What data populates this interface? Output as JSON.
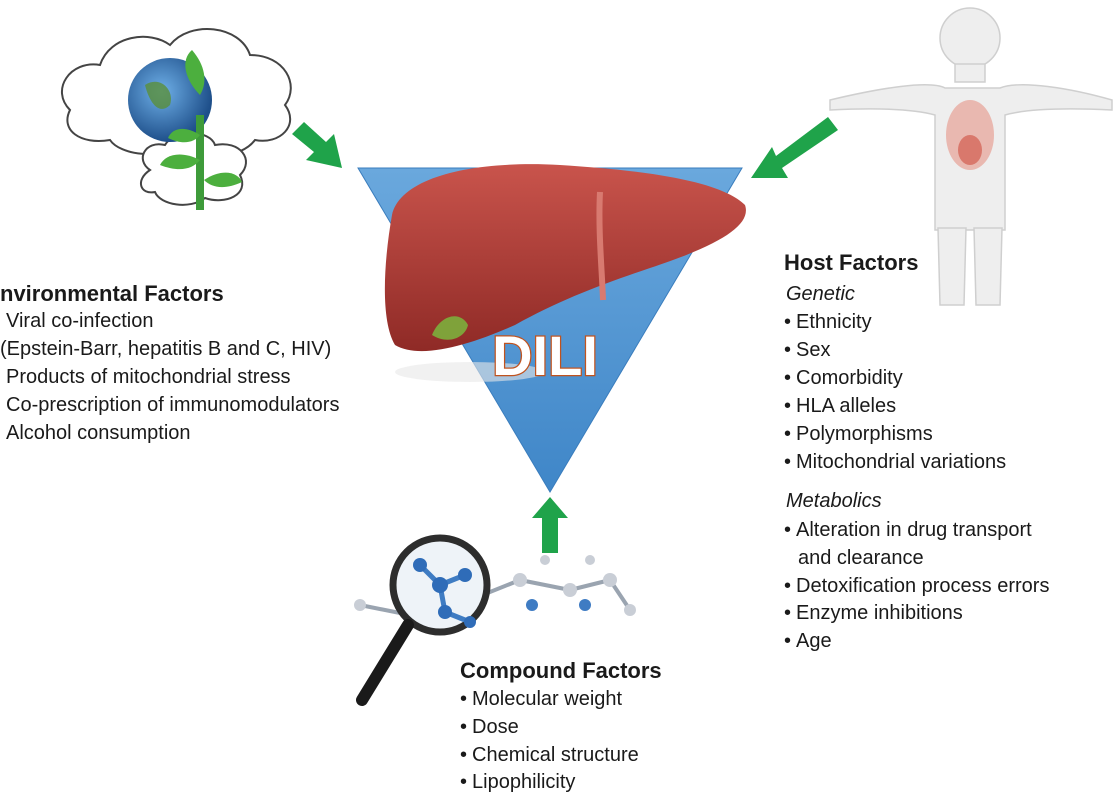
{
  "center": {
    "label": "DILI"
  },
  "environmental": {
    "heading": "nvironmental Factors",
    "items": [
      "Viral co-infection",
      "(Epstein-Barr, hepatitis B and C, HIV)",
      "Products of mitochondrial stress",
      "Co-prescription of immunomodulators",
      "Alcohol consumption"
    ]
  },
  "host": {
    "heading": "Host Factors",
    "genetic_label": "Genetic",
    "genetic_items": [
      "Ethnicity",
      "Sex",
      "Comorbidity",
      "HLA alleles",
      "Polymorphisms",
      "Mitochondrial variations"
    ],
    "metabolics_label": "Metabolics",
    "metabolics_items": [
      "Alteration in drug transport",
      "and clearance",
      "Detoxification process errors",
      "Enzyme inhibitions",
      "Age"
    ]
  },
  "compound": {
    "heading": "Compound Factors",
    "items": [
      "Molecular weight",
      "Dose",
      "Chemical structure",
      "Lipophilicity"
    ]
  },
  "colors": {
    "triangle": "#5b9bd5",
    "liver": "#b8413b",
    "arrow": "#1fa34a",
    "dili_text": "#ffffff",
    "dili_outline": "#c0531f"
  },
  "icons": [
    "cloud-globe-plant-icon",
    "human-figure-icon",
    "magnifier-molecule-icon",
    "liver-icon"
  ]
}
